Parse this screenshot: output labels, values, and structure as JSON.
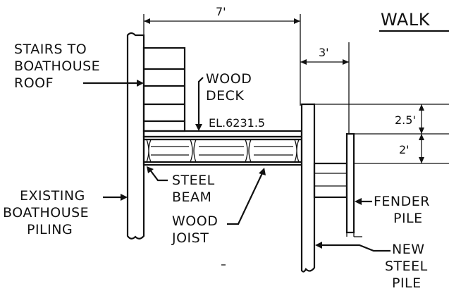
{
  "title": "WALK",
  "dimensions": {
    "top_span": "7'",
    "offset": "3'",
    "upper_height": "2.5'",
    "lower_height": "2'"
  },
  "labels": {
    "stairs": [
      "STAIRS TO",
      "BOATHOUSE",
      "ROOF"
    ],
    "deck": [
      "WOOD",
      "DECK"
    ],
    "elevation": "EL.6231.5",
    "steel_beam": [
      "STEEL",
      "BEAM"
    ],
    "wood_joist": [
      "WOOD",
      "JOIST"
    ],
    "existing_piling": [
      "EXISTING",
      "BOATHOUSE",
      "PILING"
    ],
    "fender_pile": [
      "FENDER",
      "PILE"
    ],
    "new_steel_pile": [
      "NEW",
      "STEEL",
      "PILE"
    ]
  }
}
